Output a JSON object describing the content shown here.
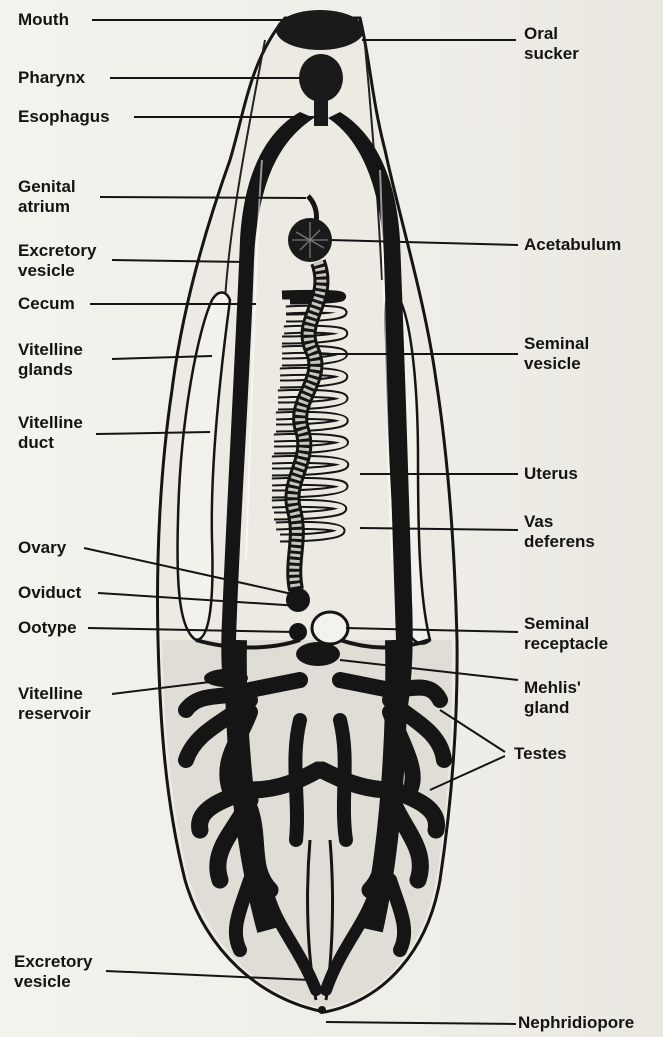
{
  "labels": {
    "mouth": "Mouth",
    "pharynx": "Pharynx",
    "esophagus": "Esophagus",
    "genital_atrium": [
      "Genital",
      "atrium"
    ],
    "excretory_vesicle_top": [
      "Excretory",
      "vesicle"
    ],
    "cecum": "Cecum",
    "vitelline_glands": [
      "Vitelline",
      "glands"
    ],
    "vitelline_duct": [
      "Vitelline",
      "duct"
    ],
    "ovary": "Ovary",
    "oviduct": "Oviduct",
    "ootype": "Ootype",
    "vitelline_reservoir": [
      "Vitelline",
      "reservoir"
    ],
    "excretory_vesicle_bottom": [
      "Excretory",
      "vesicle"
    ],
    "oral_sucker": [
      "Oral",
      "sucker"
    ],
    "acetabulum": "Acetabulum",
    "seminal_vesicle": [
      "Seminal",
      "vesicle"
    ],
    "uterus": "Uterus",
    "vas_deferens": [
      "Vas",
      "deferens"
    ],
    "seminal_receptacle": [
      "Seminal",
      "receptacle"
    ],
    "mehlis_gland": [
      "Mehlis'",
      "gland"
    ],
    "testes": "Testes",
    "nephridiopore": "Nephridiopore"
  },
  "colors": {
    "ink": "#141414",
    "paper": "#f1efe9",
    "body_fill": "#ebe9e2"
  }
}
